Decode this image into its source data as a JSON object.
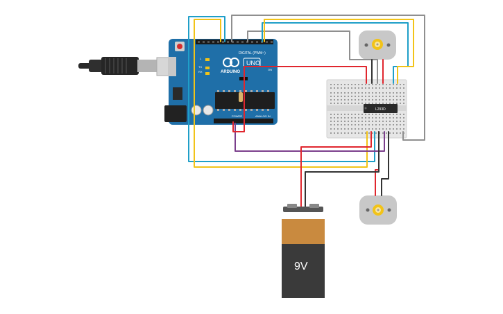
{
  "board": {
    "digital_label": "DIGITAL (PWM~)",
    "logo_text": "ARDUINO",
    "uno_label": "UNO",
    "power_label": "POWER",
    "analog_label": "ANALOG IN",
    "tx_label": "TX",
    "rx_label": "RX",
    "l_label": "L",
    "on_label": "ON"
  },
  "chip": {
    "label": "L293D"
  },
  "battery": {
    "label": "9V"
  },
  "colors": {
    "red": "#e0262e",
    "black": "#333333",
    "blue": "#1f9fc8",
    "yellow": "#f2c318",
    "gray": "#8f8f8f",
    "purple": "#7b3f8c",
    "board": "#1f6fa8",
    "breadboard": "#e6e6e6",
    "battery_top": "#c98a3f",
    "battery_body": "#3a3a3a"
  }
}
